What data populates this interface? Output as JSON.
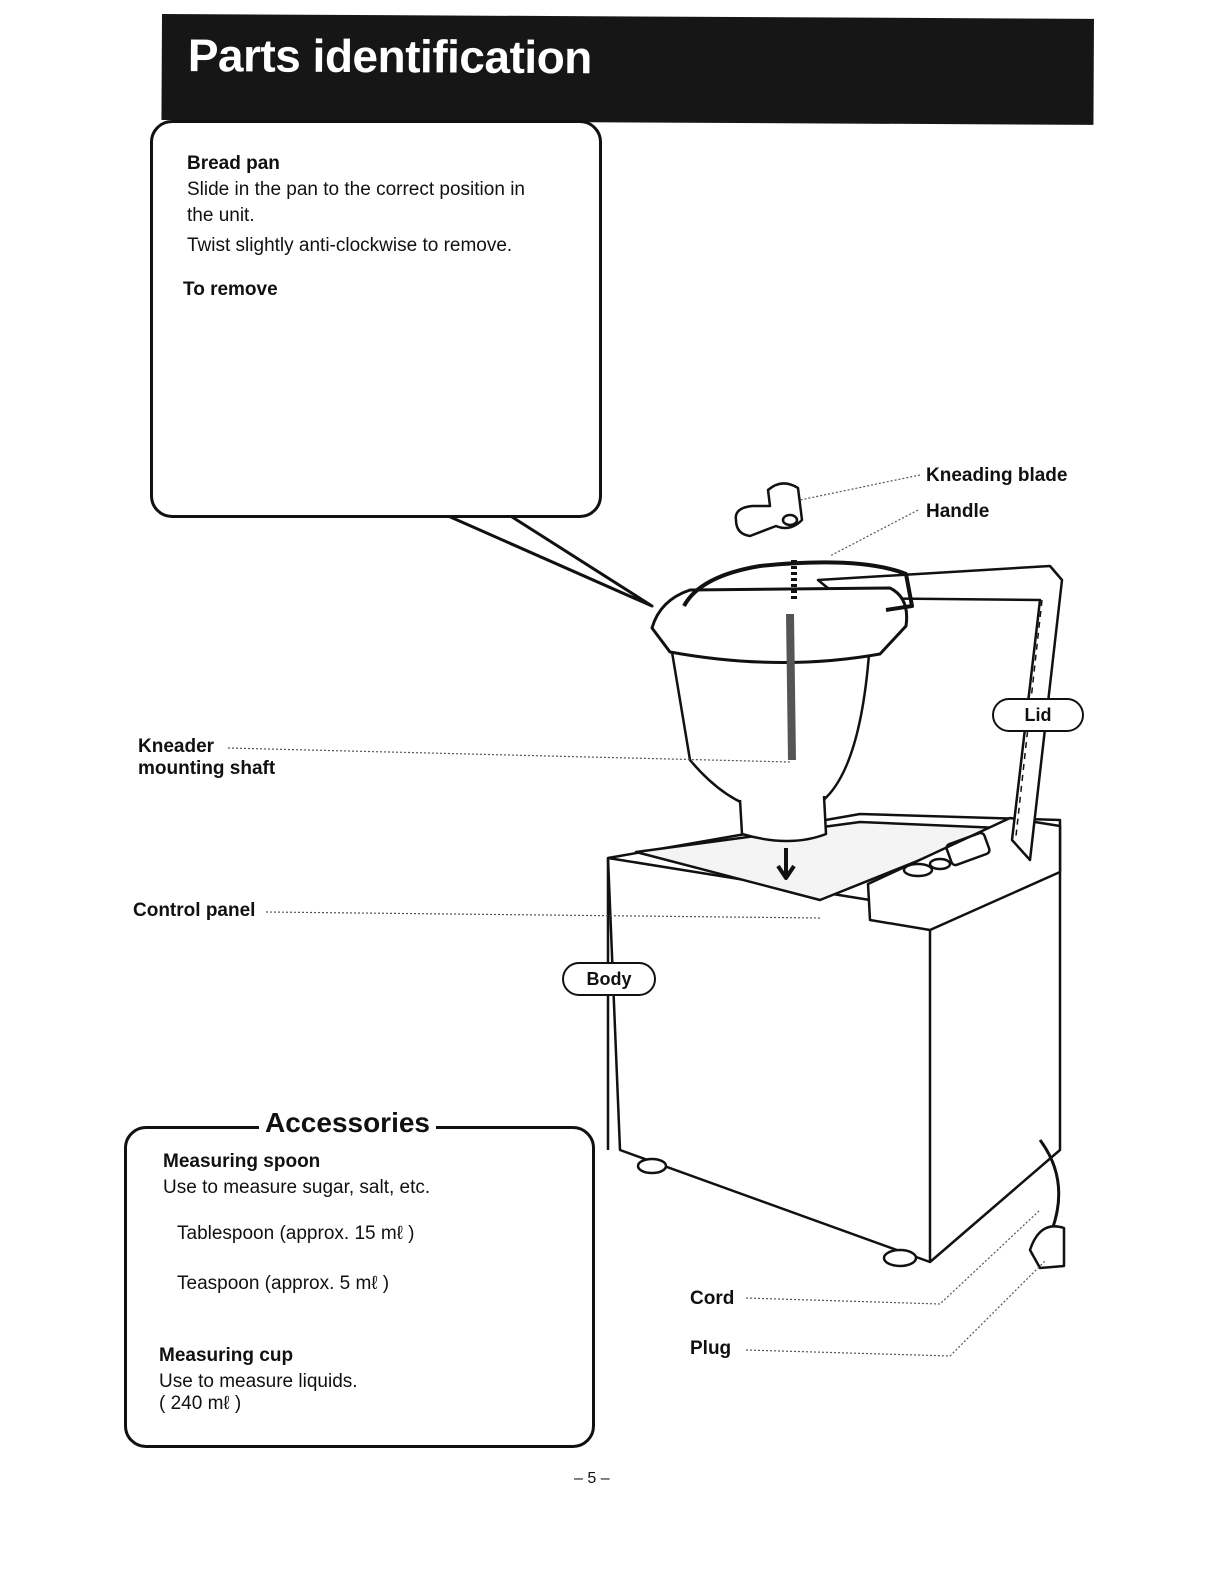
{
  "title": "Parts identification",
  "bread_pan": {
    "heading": "Bread pan",
    "lines": [
      "Slide in the pan to the correct position in",
      "the unit.",
      "Twist slightly anti-clockwise to remove."
    ],
    "to_remove": "To remove"
  },
  "labels": {
    "kneading_blade": "Kneading blade",
    "handle": "Handle",
    "lid": "Lid",
    "kneader_line1": "Kneader",
    "kneader_line2": "mounting shaft",
    "control_panel": "Control panel",
    "body": "Body",
    "cord": "Cord",
    "plug": "Plug"
  },
  "accessories": {
    "title": "Accessories",
    "spoon_heading": "Measuring spoon",
    "spoon_desc": "Use to measure sugar, salt, etc.",
    "tablespoon": "Tablespoon (approx. 15 mℓ )",
    "teaspoon": "Teaspoon (approx. 5 mℓ )",
    "cup_heading": "Measuring cup",
    "cup_desc": "Use to measure liquids.",
    "cup_volume": "( 240 mℓ )"
  },
  "page_number": "– 5 –"
}
